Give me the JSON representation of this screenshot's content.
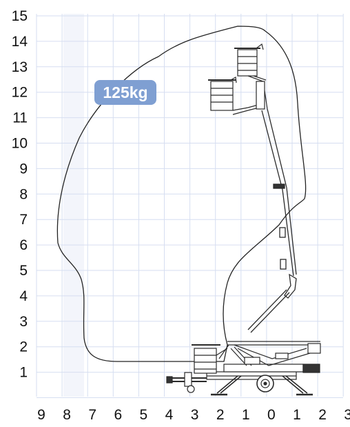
{
  "load_badge": "125kg",
  "y_ticks": [
    "15",
    "14",
    "13",
    "12",
    "11",
    "10",
    "9",
    "8",
    "7",
    "6",
    "5",
    "4",
    "3",
    "2",
    "1"
  ],
  "x_ticks": [
    "9",
    "8",
    "7",
    "6",
    "5",
    "4",
    "3",
    "2",
    "1",
    "0",
    "1",
    "2",
    "3"
  ],
  "colors": {
    "grid": "#d6def1",
    "grid_dot": "#aab7dd",
    "envelope": "#222222",
    "machine": "#2a2a2a",
    "badge_bg": "#7f9fd2",
    "badge_text": "#ffffff"
  }
}
